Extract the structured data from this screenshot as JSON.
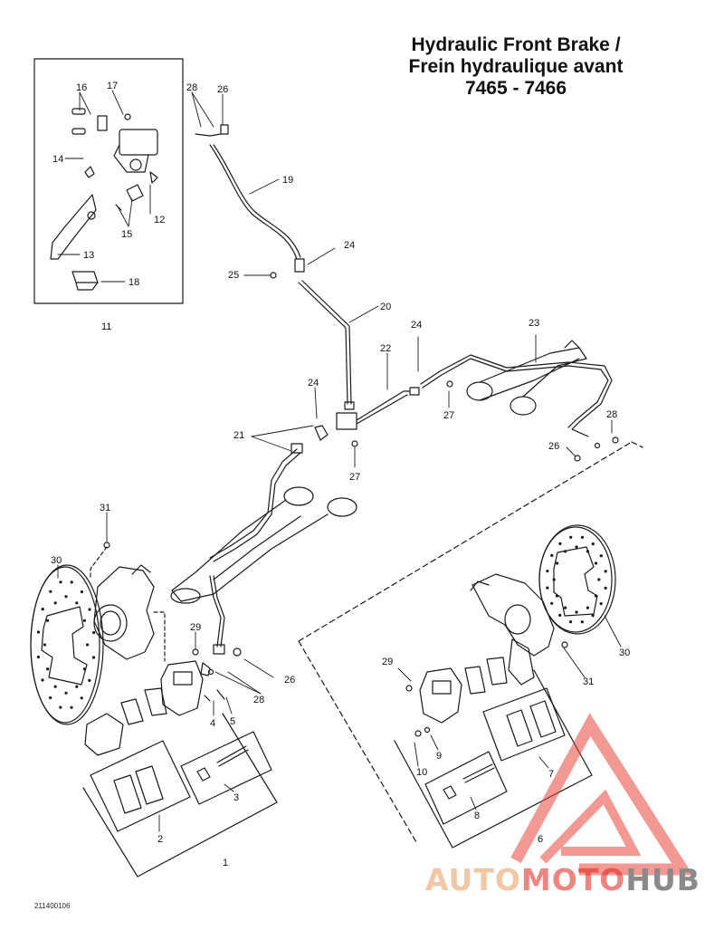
{
  "title": {
    "line1": "Hydraulic Front Brake /",
    "line2": "Frein hydraulique avant",
    "line3": "7465 - 7466"
  },
  "reference_code": "211400106",
  "logo": {
    "part1": "AUTO",
    "part2": "MOTO",
    "part3": "HUB"
  },
  "callouts": {
    "c1": "1",
    "c2": "2",
    "c3": "3",
    "c4": "4",
    "c5": "5",
    "c6": "6",
    "c7": "7",
    "c8": "8",
    "c9": "9",
    "c10": "10",
    "c11": "11",
    "c12": "12",
    "c13": "13",
    "c14": "14",
    "c15": "15",
    "c16": "16",
    "c17": "17",
    "c18": "18",
    "c19": "19",
    "c20": "20",
    "c21": "21",
    "c22": "22",
    "c23": "23",
    "c24a": "24",
    "c24b": "24",
    "c24c": "24",
    "c25": "25",
    "c26a": "26",
    "c26b": "26",
    "c26c": "26",
    "c27a": "27",
    "c27b": "27",
    "c28a": "28",
    "c28b": "28",
    "c28c": "28",
    "c29a": "29",
    "c29b": "29",
    "c30a": "30",
    "c30b": "30",
    "c31a": "31",
    "c31b": "31"
  },
  "colors": {
    "line": "#1a1a1a",
    "watermark_red": "#e8453c",
    "watermark_orange": "#f4b27a",
    "watermark_grey": "#8a8a8a"
  }
}
